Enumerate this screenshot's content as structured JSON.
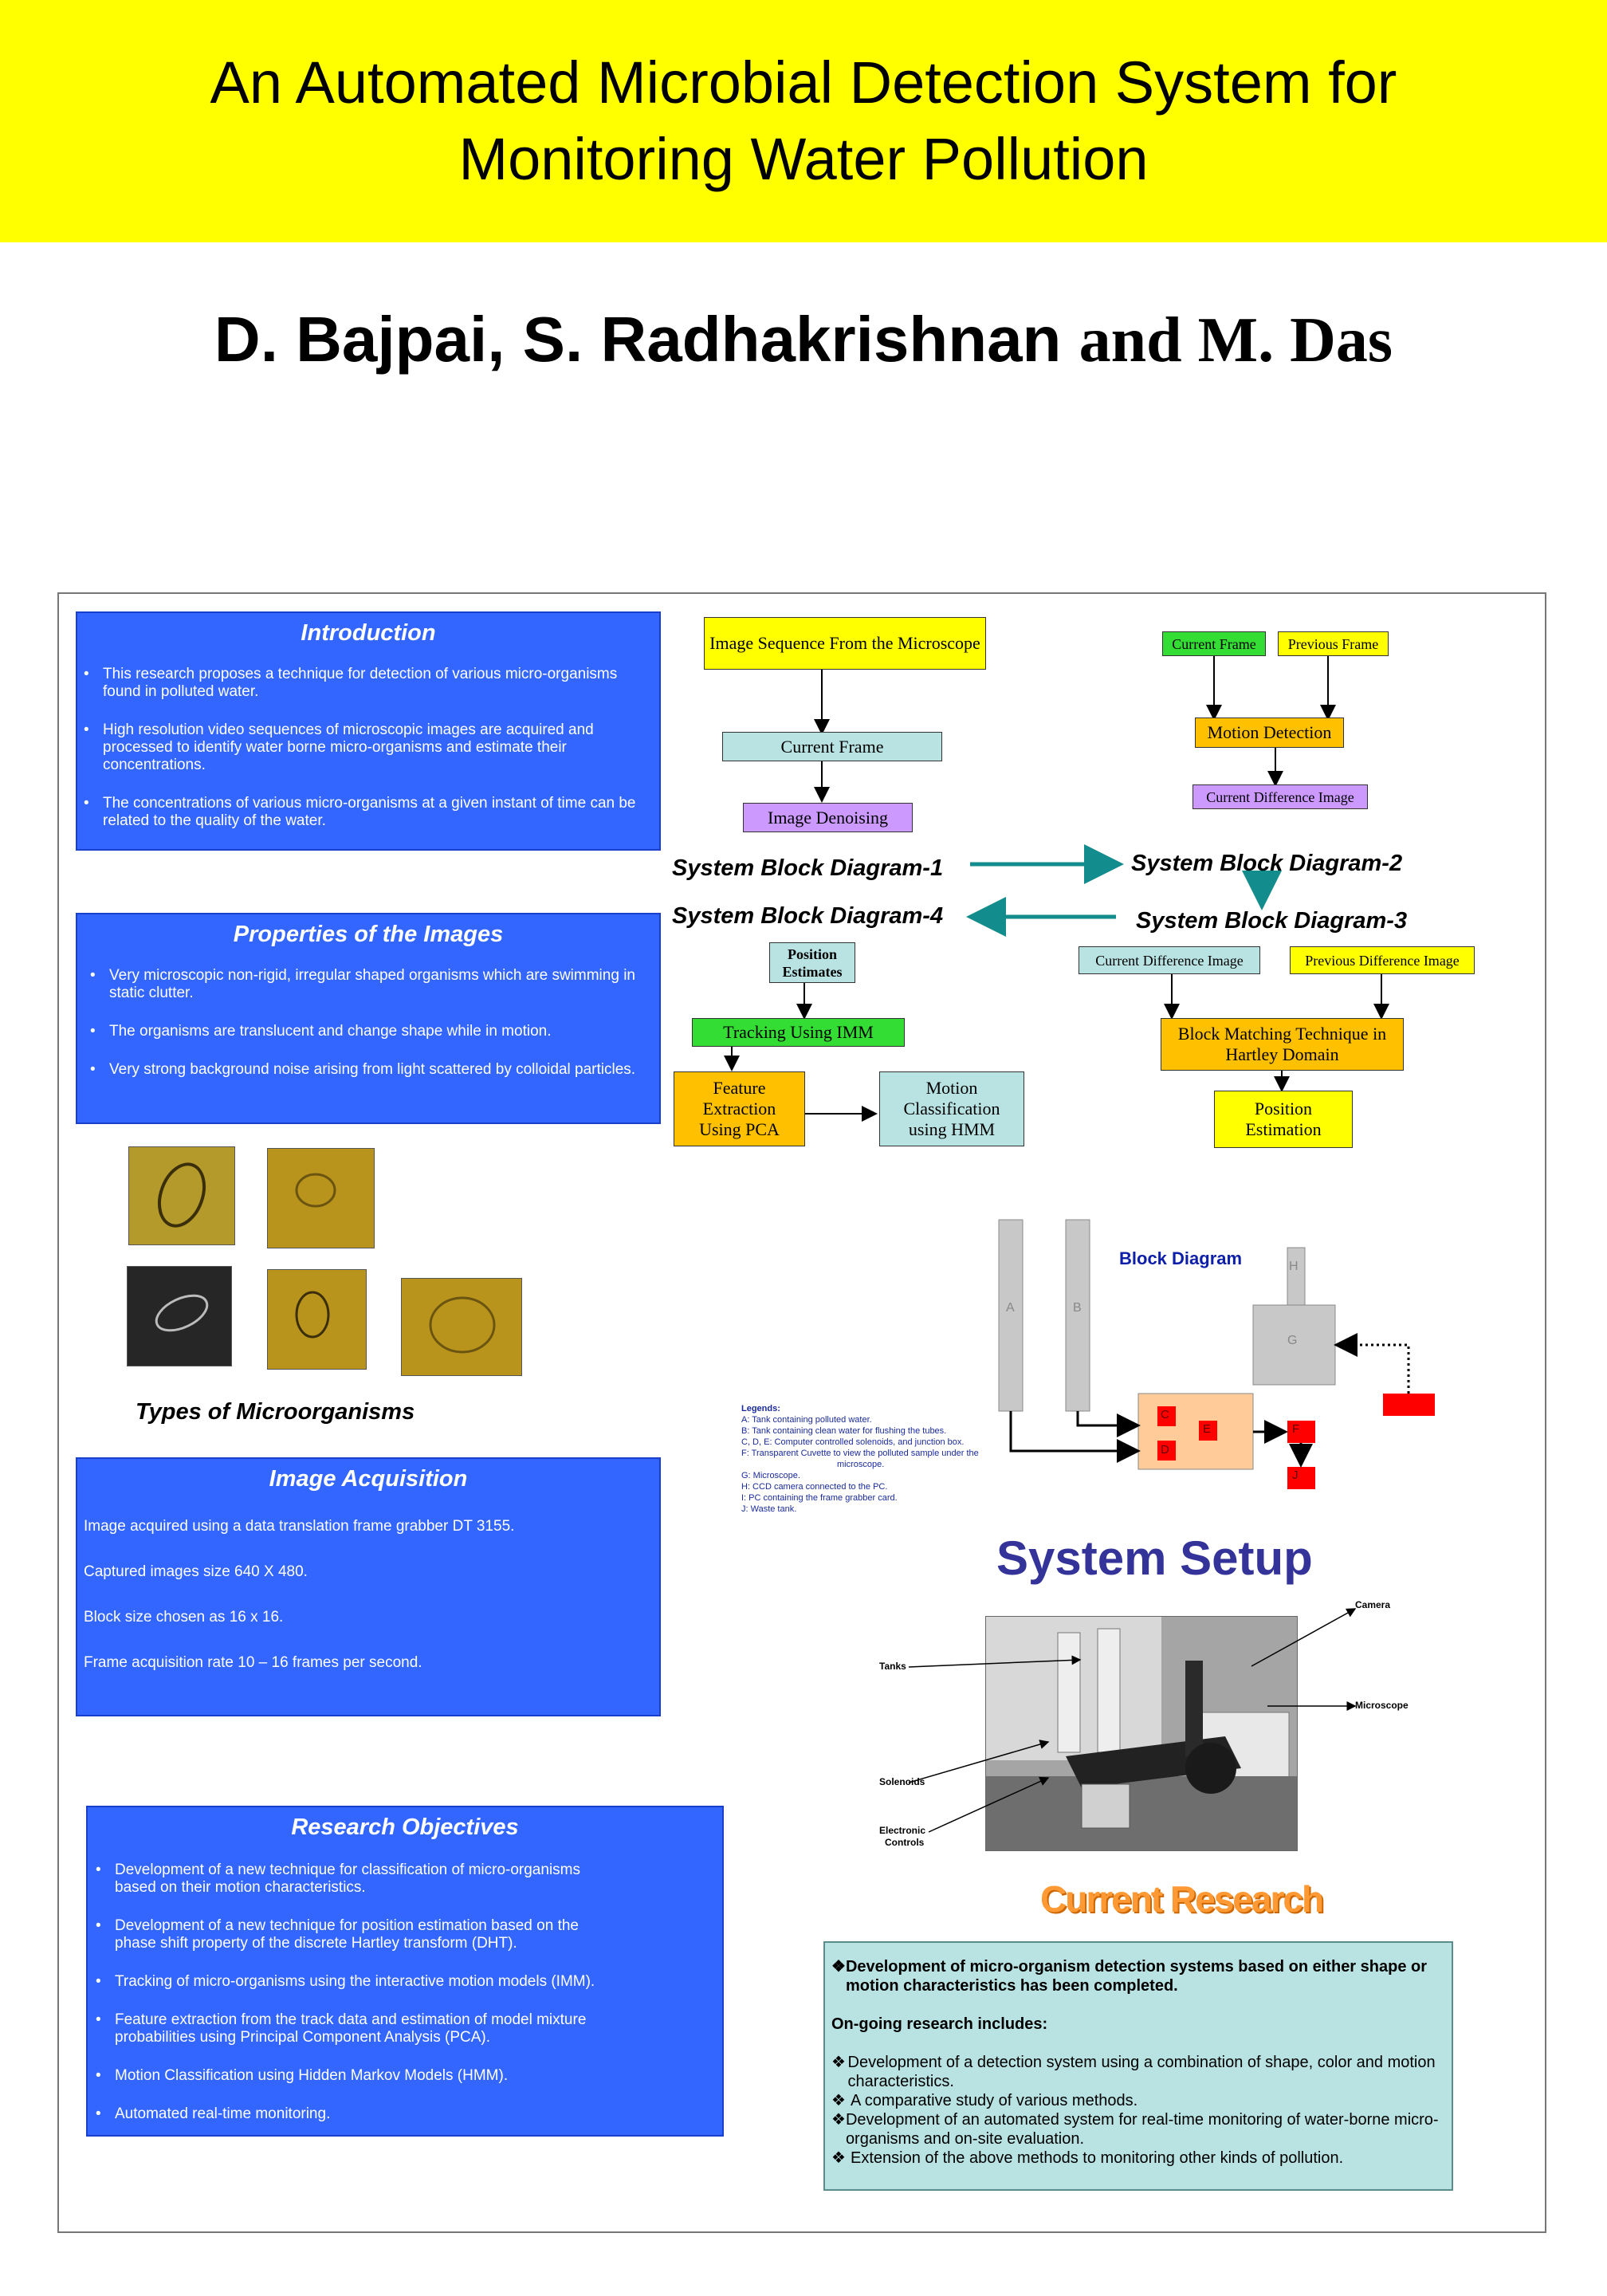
{
  "title": {
    "line1": "An Automated Microbial Detection System for",
    "line2": "Monitoring Water Pollution"
  },
  "authors": {
    "sans_part": "D. Bajpai, S. Radhakrishnan",
    "serif_part": "and M. Das"
  },
  "introduction": {
    "heading": "Introduction",
    "items": [
      "This research proposes a technique for detection of various micro-organisms found in polluted water.",
      "High resolution video sequences of microscopic images are acquired and processed to identify water borne micro-organisms and estimate their concentrations.",
      "The concentrations of various micro-organisms at a given instant of time can be related to the quality of the water."
    ]
  },
  "properties": {
    "heading": "Properties of the Images",
    "items": [
      "Very microscopic non-rigid, irregular shaped organisms which are swimming in static clutter.",
      "The organisms are translucent and change shape while in motion.",
      "Very strong background noise arising from light scattered by colloidal particles."
    ]
  },
  "microorganisms": {
    "caption": "Types of Microorganisms"
  },
  "acquisition": {
    "heading": "Image Acquisition",
    "items": [
      "Image acquired using a data translation frame grabber DT 3155.",
      "Captured images size  640 X 480.",
      "Block size chosen as 16 x 16.",
      "Frame acquisition rate 10 – 16 frames per second."
    ]
  },
  "objectives": {
    "heading": "Research Objectives",
    "items": [
      "Development of a new technique for classification of micro-organisms based on their motion characteristics.",
      "Development of a new  technique for position estimation based on the phase shift property of the discrete Hartley transform (DHT).",
      "Tracking of micro-organisms using the interactive motion models (IMM).",
      "Feature extraction from the track data and estimation of model mixture probabilities using Principal Component Analysis (PCA).",
      "Motion Classification using Hidden Markov Models (HMM).",
      "Automated real-time monitoring."
    ]
  },
  "diagram1": {
    "title": "System Block Diagram-1",
    "image_sequence": "Image Sequence From the Microscope",
    "current_frame": "Current Frame",
    "image_denoising": "Image Denoising"
  },
  "diagram2": {
    "title": "System Block Diagram-2",
    "current_frame": "Current Frame",
    "previous_frame": "Previous Frame",
    "motion_detection": "Motion Detection",
    "current_difference": "Current Difference Image"
  },
  "diagram3": {
    "title": "System Block Diagram-3",
    "current_difference": "Current Difference Image",
    "previous_difference": "Previous Difference Image",
    "block_matching": "Block Matching Technique in Hartley Domain",
    "position_estimation": "Position Estimation"
  },
  "diagram4": {
    "title": "System Block Diagram-4",
    "position_estimates": "Position Estimates",
    "tracking": "Tracking Using IMM",
    "feature_extraction": "Feature Extraction Using PCA",
    "motion_classification": "Motion Classification using HMM"
  },
  "block_diagram": {
    "title": "Block Diagram",
    "labels": {
      "a": "A",
      "b": "B",
      "c": "C",
      "d": "D",
      "e": "E",
      "f": "F",
      "g": "G",
      "h": "H",
      "j": "J"
    },
    "legend_title": "Legends:",
    "legend": [
      "A: Tank containing polluted water.",
      "B: Tank containing clean water for flushing the tubes.",
      "C, D, E: Computer controlled solenoids, and junction box.",
      "F: Transparent Cuvette to view the polluted sample under the",
      "microscope.",
      "G: Microscope.",
      "H: CCD camera connected to the PC.",
      "I: PC containing the frame grabber card.",
      "J: Waste tank."
    ]
  },
  "system_setup": {
    "title": "System Setup",
    "labels": {
      "camera": "Camera",
      "tanks": "Tanks",
      "microscope": "Microscope",
      "solenoids": "Solenoids",
      "electronic_controls_1": "Electronic",
      "electronic_controls_2": "Controls"
    }
  },
  "current_research": {
    "heading": "Current Research",
    "completed": "Development of micro-organism detection systems based on either shape or motion characteristics has been completed.",
    "ongoing_label": "On-going research includes:",
    "ongoing": [
      "Development of a detection system using a combination of shape, color and motion characteristics.",
      "A comparative study of various methods.",
      "Development of an automated system for real-time monitoring of water-borne micro-organisms and on-site evaluation.",
      "Extension of the above methods to monitoring other kinds of pollution."
    ]
  },
  "colors": {
    "title_band": "#ffff00",
    "panel_blue": "#3366ff",
    "panel_teal": "#b9e3e3",
    "arrow_teal": "#128c8c",
    "setup_title": "#333399"
  }
}
